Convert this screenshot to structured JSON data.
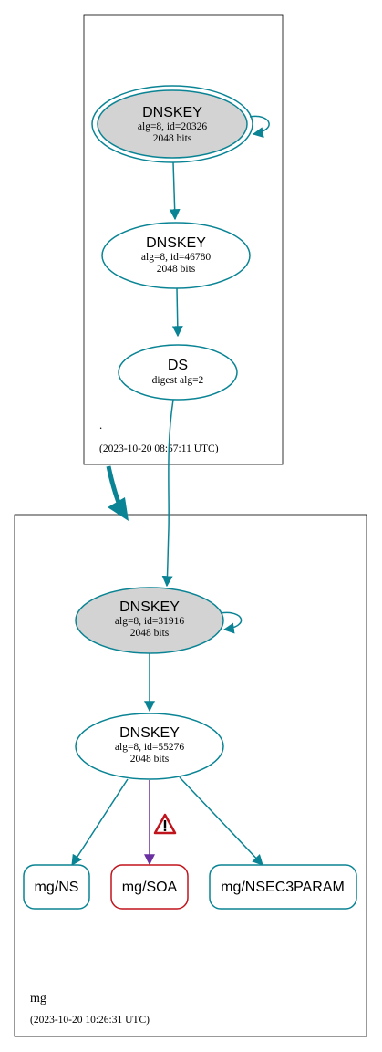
{
  "colors": {
    "edge": "#0a8494",
    "ksk_fill": "#d3d3d3",
    "warn_border": "#c0141c",
    "warn_edge": "#6a2fa0",
    "warn_icon": "#c0141c"
  },
  "root_zone": {
    "name": ".",
    "timestamp": "(2023-10-20 08:57:11 UTC)",
    "ksk": {
      "type": "DNSKEY",
      "detail": "alg=8, id=20326",
      "size": "2048 bits"
    },
    "zsk": {
      "type": "DNSKEY",
      "detail": "alg=8, id=46780",
      "size": "2048 bits"
    },
    "ds": {
      "type": "DS",
      "detail": "digest alg=2"
    }
  },
  "mg_zone": {
    "name": "mg",
    "timestamp": "(2023-10-20 10:26:31 UTC)",
    "ksk": {
      "type": "DNSKEY",
      "detail": "alg=8, id=31916",
      "size": "2048 bits"
    },
    "zsk": {
      "type": "DNSKEY",
      "detail": "alg=8, id=55276",
      "size": "2048 bits"
    },
    "records": {
      "ns": "mg/NS",
      "soa": "mg/SOA",
      "nsec3param": "mg/NSEC3PARAM"
    },
    "warning_icon": "warning-triangle-icon"
  }
}
